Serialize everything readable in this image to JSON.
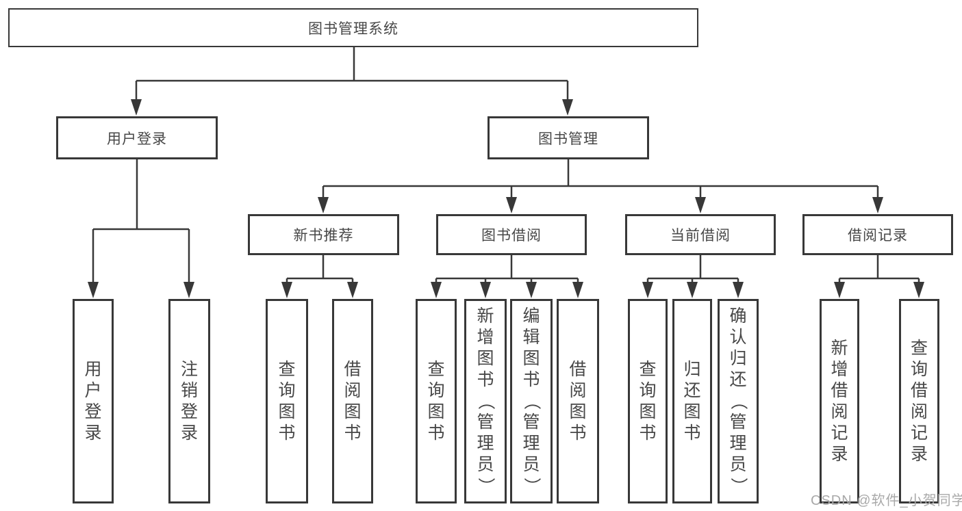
{
  "tree": {
    "root": {
      "label": "图书管理系统"
    },
    "branches": [
      {
        "label": "用户登录",
        "children": [
          {
            "label": "用户登录"
          },
          {
            "label": "注销登录"
          }
        ]
      },
      {
        "label": "图书管理",
        "children": [
          {
            "label": "新书推荐",
            "children": [
              {
                "label": "查询图书"
              },
              {
                "label": "借阅图书"
              }
            ]
          },
          {
            "label": "图书借阅",
            "children": [
              {
                "label": "查询图书"
              },
              {
                "label": "新增图书（管理员）"
              },
              {
                "label": "编辑图书（管理员）"
              },
              {
                "label": "借阅图书"
              }
            ]
          },
          {
            "label": "当前借阅",
            "children": [
              {
                "label": "查询图书"
              },
              {
                "label": "归还图书"
              },
              {
                "label": "确认归还（管理员）"
              }
            ]
          },
          {
            "label": "借阅记录",
            "children": [
              {
                "label": "新增借阅记录"
              },
              {
                "label": "查询借阅记录"
              }
            ]
          }
        ]
      }
    ]
  },
  "colors": {
    "line": "#383838",
    "text": "#474747",
    "watermark": "#a9a9a9",
    "background": "#ffffff"
  },
  "watermark": {
    "text": "CSDN @软件_小贺同学"
  }
}
